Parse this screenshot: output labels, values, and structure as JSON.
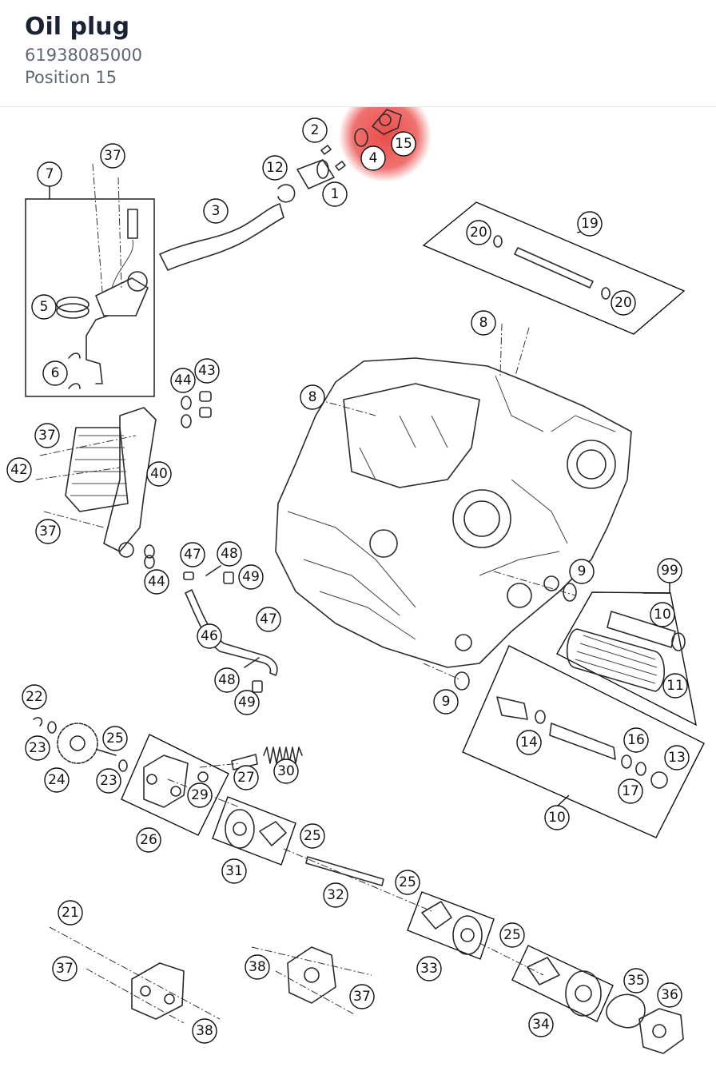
{
  "header": {
    "title": "Oil plug",
    "part_number": "61938085000",
    "position": "Position 15"
  },
  "diagram": {
    "highlight_color": "#e9433f",
    "selected_position": "15",
    "callouts": {
      "c1": "1",
      "c2": "2",
      "c3": "3",
      "c4": "4",
      "c5": "5",
      "c6": "6",
      "c7": "7",
      "c8a": "8",
      "c8b": "8",
      "c9a": "9",
      "c9b": "9",
      "c10a": "10",
      "c10b": "10",
      "c11": "11",
      "c12": "12",
      "c13": "13",
      "c14": "14",
      "c15": "15",
      "c16": "16",
      "c17": "17",
      "c19": "19",
      "c20a": "20",
      "c20b": "20",
      "c21": "21",
      "c22": "22",
      "c23a": "23",
      "c23b": "23",
      "c24": "24",
      "c25a": "25",
      "c25b": "25",
      "c25c": "25",
      "c25d": "25",
      "c26": "26",
      "c27": "27",
      "c29": "29",
      "c30": "30",
      "c31": "31",
      "c32": "32",
      "c33": "33",
      "c34": "34",
      "c35": "35",
      "c36": "36",
      "c37a": "37",
      "c37b": "37",
      "c37c": "37",
      "c37d": "37",
      "c37e": "37",
      "c38a": "38",
      "c38b": "38",
      "c40": "40",
      "c42": "42",
      "c43": "43",
      "c44a": "44",
      "c44b": "44",
      "c46": "46",
      "c47a": "47",
      "c47b": "47",
      "c48a": "48",
      "c48b": "48",
      "c49a": "49",
      "c49b": "49",
      "c99": "99"
    }
  }
}
